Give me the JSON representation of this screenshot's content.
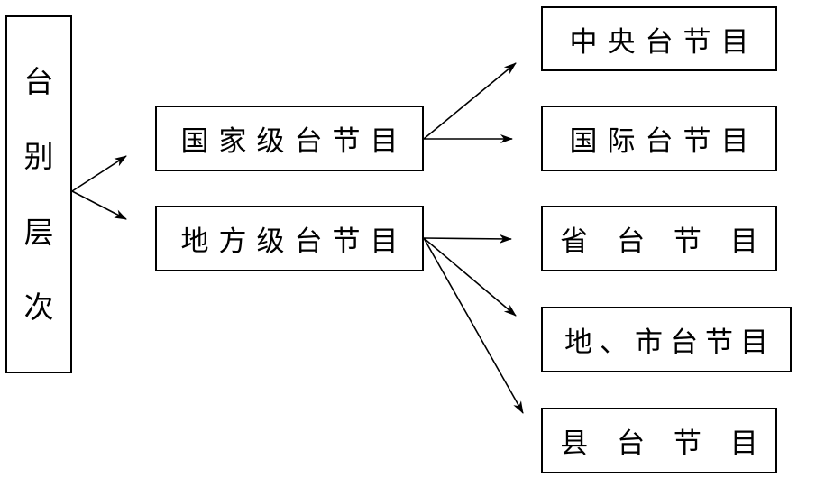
{
  "root": {
    "chars": [
      "台",
      "别",
      "层",
      "次"
    ]
  },
  "middle": [
    {
      "label": "国家级台节目"
    },
    {
      "label": "地方级台节目"
    }
  ],
  "right": [
    {
      "label": "中央台节目"
    },
    {
      "label": "国际台节目"
    },
    {
      "label": "省 台 节 目"
    },
    {
      "label": "地、市台节目"
    },
    {
      "label": "县 台 节 目"
    }
  ]
}
